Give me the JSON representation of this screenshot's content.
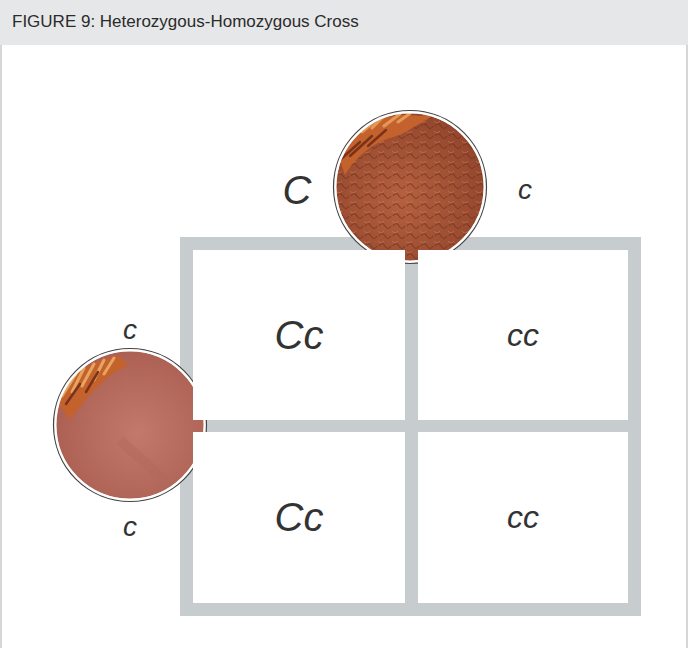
{
  "diagram": {
    "title": "FIGURE 9: Heterozygous-Homozygous Cross",
    "nodes": [
      {
        "text": [
          "Cc"
        ]
      },
      {
        "text": [
          "cc"
        ]
      },
      {
        "text": [
          "Cc"
        ]
      },
      {
        "text": [
          "cc"
        ]
      }
    ],
    "labels": [
      "C",
      "c",
      "c",
      "c"
    ]
  }
}
